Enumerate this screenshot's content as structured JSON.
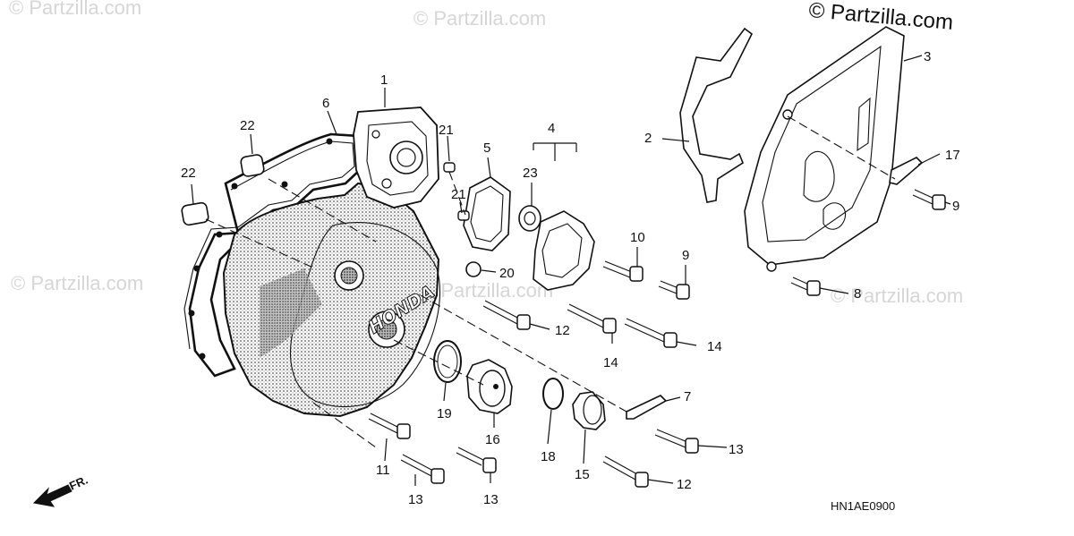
{
  "watermark": {
    "text": "© Partzilla.com",
    "main_text": "© Partzilla.com"
  },
  "diagram": {
    "code": "HN1AE0900",
    "front_label": "FR.",
    "brand": "HONDA"
  },
  "callouts": [
    {
      "id": "1",
      "text": "1"
    },
    {
      "id": "2",
      "text": "2"
    },
    {
      "id": "3",
      "text": "3"
    },
    {
      "id": "4",
      "text": "4"
    },
    {
      "id": "5",
      "text": "5"
    },
    {
      "id": "6",
      "text": "6"
    },
    {
      "id": "7",
      "text": "7"
    },
    {
      "id": "8",
      "text": "8"
    },
    {
      "id": "9a",
      "text": "9"
    },
    {
      "id": "9b",
      "text": "9"
    },
    {
      "id": "10",
      "text": "10"
    },
    {
      "id": "11",
      "text": "11"
    },
    {
      "id": "12a",
      "text": "12"
    },
    {
      "id": "12b",
      "text": "12"
    },
    {
      "id": "13a",
      "text": "13"
    },
    {
      "id": "13b",
      "text": "13"
    },
    {
      "id": "13c",
      "text": "13"
    },
    {
      "id": "14a",
      "text": "14"
    },
    {
      "id": "14b",
      "text": "14"
    },
    {
      "id": "15",
      "text": "15"
    },
    {
      "id": "16",
      "text": "16"
    },
    {
      "id": "17",
      "text": "17"
    },
    {
      "id": "18",
      "text": "18"
    },
    {
      "id": "19",
      "text": "19"
    },
    {
      "id": "20",
      "text": "20"
    },
    {
      "id": "21a",
      "text": "21"
    },
    {
      "id": "21b",
      "text": "21"
    },
    {
      "id": "22a",
      "text": "22"
    },
    {
      "id": "22b",
      "text": "22"
    },
    {
      "id": "23",
      "text": "23"
    }
  ]
}
